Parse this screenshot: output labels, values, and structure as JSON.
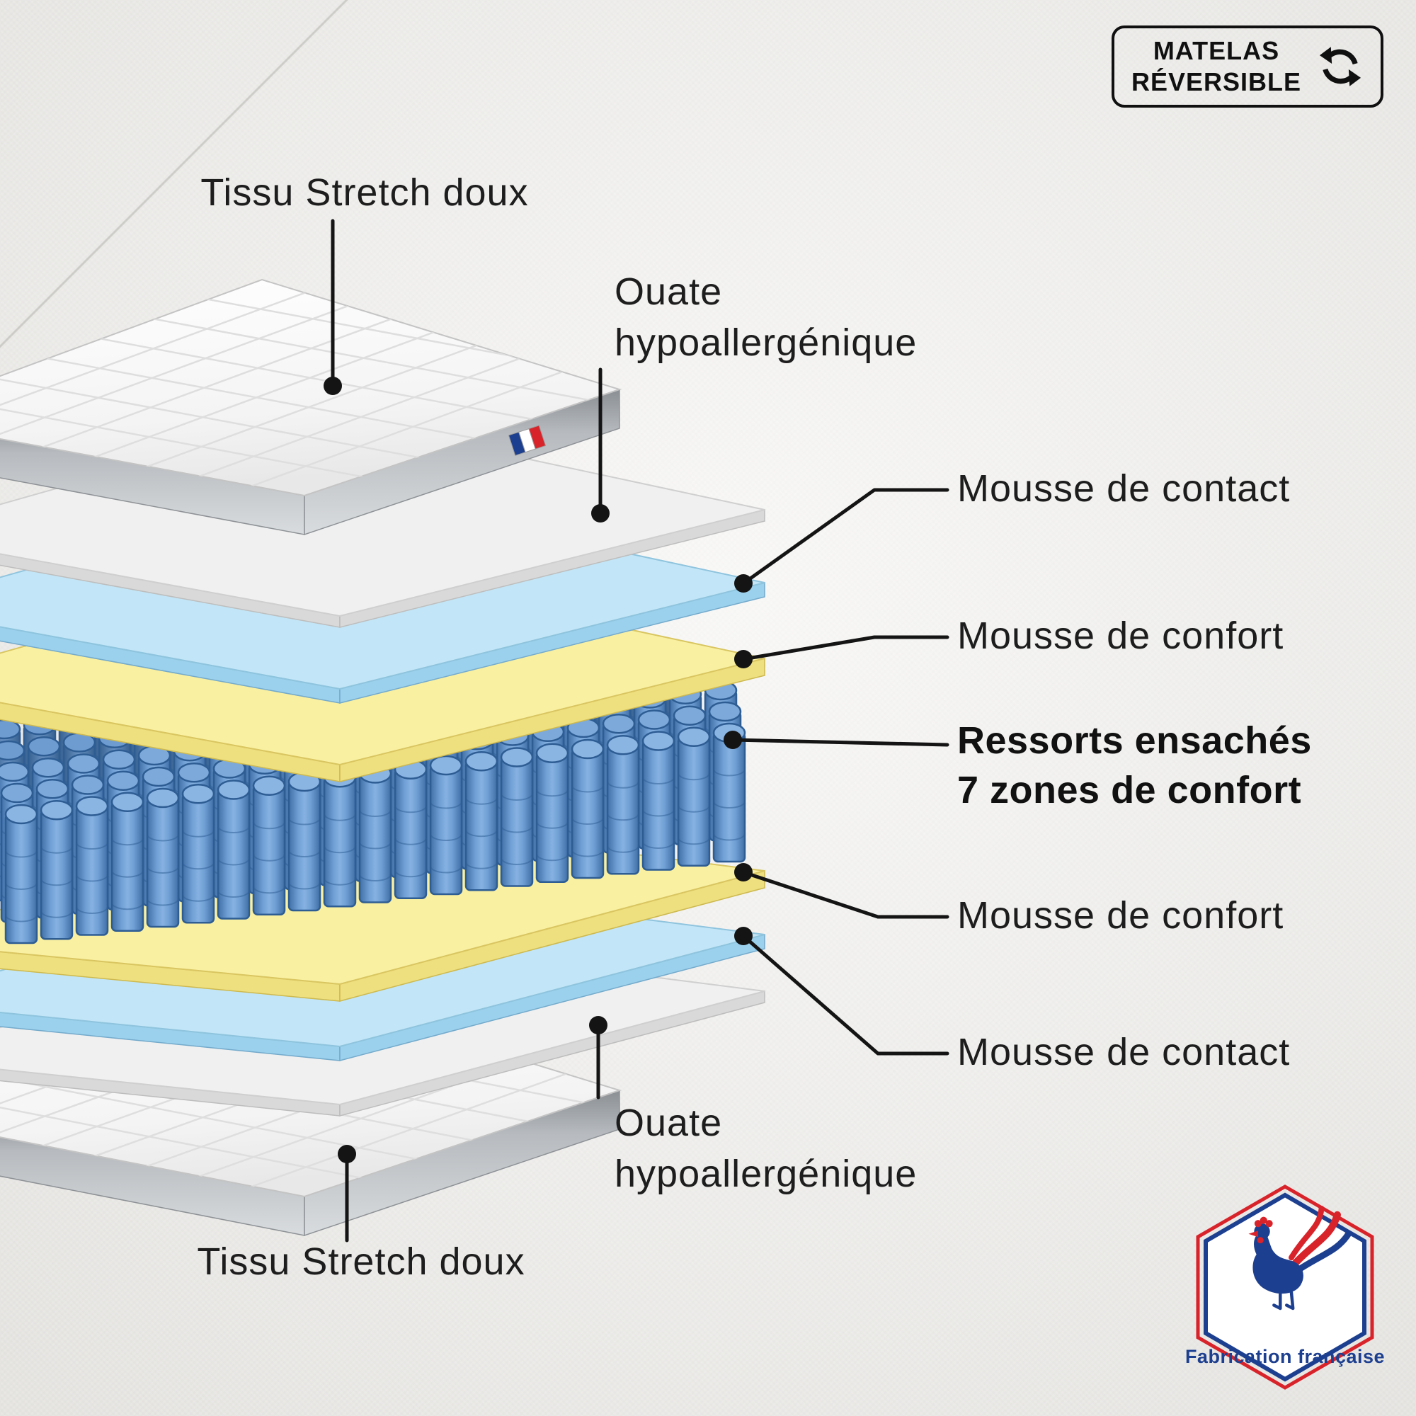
{
  "reversible_badge": {
    "line1": "MATELAS",
    "line2": "RÉVERSIBLE",
    "icon": "reversible-arrows-icon"
  },
  "labels": {
    "tissu_top": "Tissu Stretch doux",
    "ouate_top_1": "Ouate",
    "ouate_top_2": "hypoallergénique",
    "mousse_contact_top": "Mousse de contact",
    "mousse_confort_top": "Mousse de confort",
    "ressorts_1": "Ressorts ensachés",
    "ressorts_2": "7 zones de confort",
    "mousse_confort_bottom": "Mousse de confort",
    "mousse_contact_bottom": "Mousse de contact",
    "ouate_bottom_1": "Ouate",
    "ouate_bottom_2": "hypoallergénique",
    "tissu_bottom": "Tissu Stretch doux"
  },
  "made_in_badge": {
    "text": "Fabrication française",
    "icon": "french-rooster-icon"
  },
  "flag_tag": {
    "icon": "french-flag-icon"
  },
  "colors": {
    "foam_blue": "#c2e6f7",
    "foam_yellow": "#f9f0a2",
    "spring_blue": "#5b8fcb",
    "wadding_grey": "#f0f0f0",
    "flag_blue": "#1d3f8f",
    "flag_red": "#d8232a",
    "line_black": "#141414",
    "background": "#f2f1ee"
  }
}
